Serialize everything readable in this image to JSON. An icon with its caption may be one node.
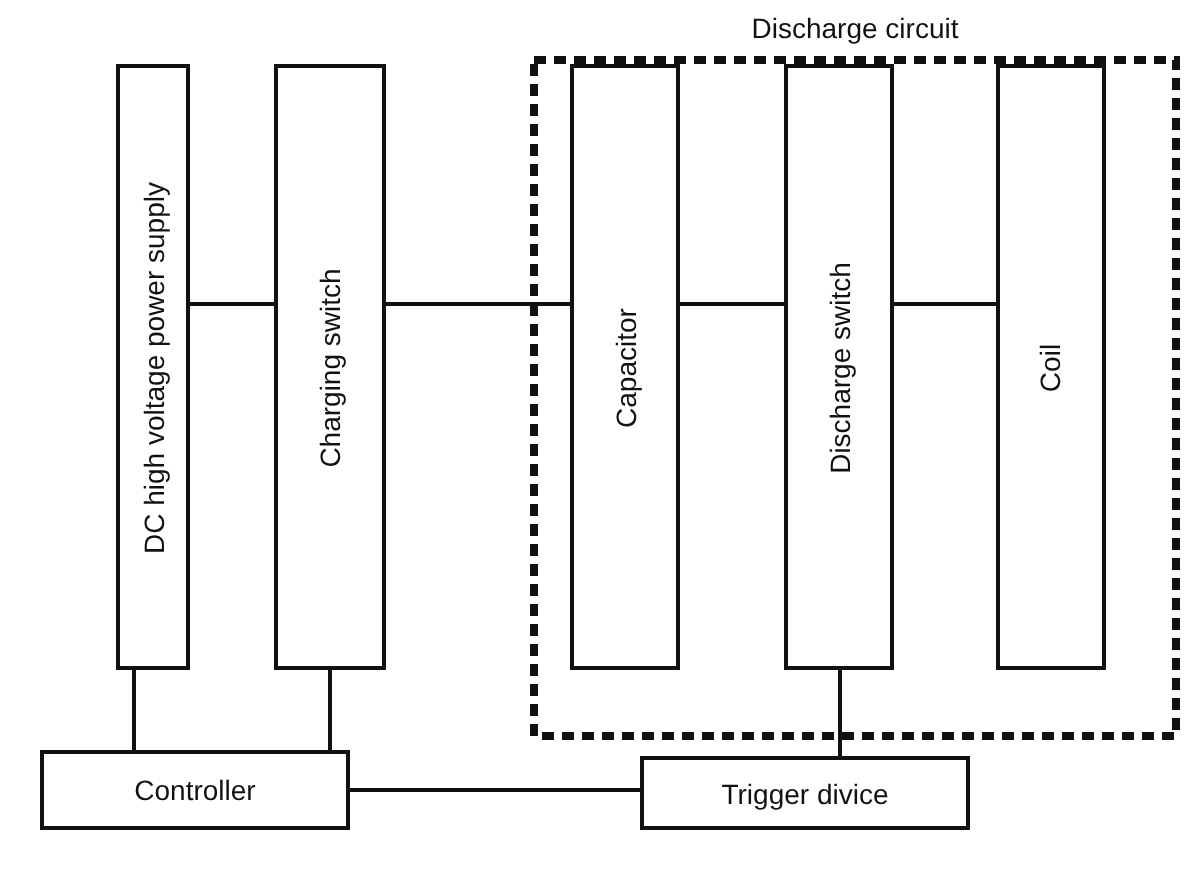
{
  "diagram": {
    "nodes": [
      {
        "text": [
          "DC high voltage power supply"
        ]
      },
      {
        "text": [
          "Charging switch"
        ]
      },
      {
        "text": [
          "Discharge circuit"
        ]
      },
      {
        "text": [
          "Capacitor"
        ],
        "in": 2
      },
      {
        "text": [
          "Discharge switch"
        ],
        "in": 2
      },
      {
        "text": [
          "Coil"
        ],
        "in": 2
      },
      {
        "text": [
          "Controller"
        ]
      },
      {
        "text": [
          "Trigger divice"
        ]
      }
    ],
    "edges": [
      {
        "from": 0,
        "to": 1,
        "arrow": "none"
      },
      {
        "from": 1,
        "to": 3,
        "arrow": "none"
      },
      {
        "from": 3,
        "to": 4,
        "arrow": "none"
      },
      {
        "from": 4,
        "to": 5,
        "arrow": "none"
      },
      {
        "from": 0,
        "to": 6,
        "arrow": "none"
      },
      {
        "from": 1,
        "to": 6,
        "arrow": "none"
      },
      {
        "from": 6,
        "to": 7,
        "arrow": "none"
      },
      {
        "from": 4,
        "to": 7,
        "arrow": "none"
      }
    ]
  }
}
